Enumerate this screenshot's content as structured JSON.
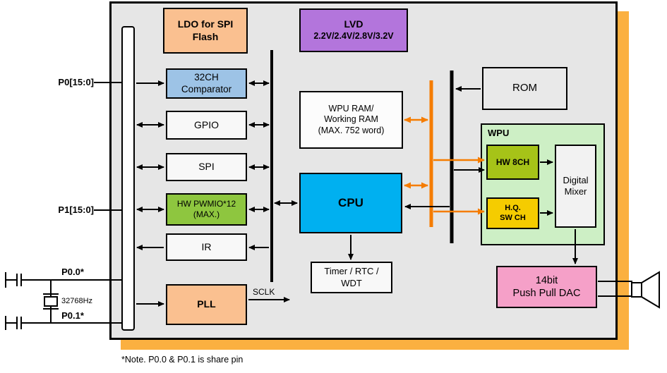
{
  "diagram": {
    "pins": {
      "p0": "P0[15:0]",
      "p1": "P1[15:0]",
      "p0_0": "P0.0*",
      "p0_1": "P0.1*"
    },
    "blocks": {
      "ldo": {
        "line1": "LDO for SPI",
        "line2": "Flash"
      },
      "lvd": {
        "line1": "LVD",
        "line2": "2.2V/2.4V/2.8V/3.2V"
      },
      "comparator": {
        "line1": "32CH",
        "line2": "Comparator"
      },
      "gpio": {
        "label": "GPIO"
      },
      "spi": {
        "label": "SPI"
      },
      "pwmio": {
        "line1": "HW PWMIO*12",
        "line2": "(MAX.)"
      },
      "ir": {
        "label": "IR"
      },
      "pll": {
        "label": "PLL"
      },
      "wpu_ram": {
        "line1": "WPU RAM/",
        "line2": "Working RAM",
        "line3": "(MAX. 752 word)"
      },
      "cpu": {
        "label": "CPU"
      },
      "timer": {
        "line1": "Timer / RTC /",
        "line2": "WDT"
      },
      "rom": {
        "label": "ROM"
      },
      "wpu": {
        "label": "WPU"
      },
      "hw8ch": {
        "label": "HW 8CH"
      },
      "hq_sw_ch": {
        "line1": "H.Q.",
        "line2": "SW CH"
      },
      "digital_mixer": {
        "line1": "Digital",
        "line2": "Mixer"
      },
      "dac": {
        "line1": "14bit",
        "line2": "Push Pull DAC"
      }
    },
    "labels": {
      "sclk": "SCLK",
      "crystal_freq": "32768Hz",
      "note": "*Note. P0.0 & P0.1 is share pin"
    },
    "colors": {
      "shadow": "#FBB040",
      "box_bg": "#E6E6E6",
      "orange_bus": "#F57C00",
      "cpu_cyan": "#00B0F0",
      "peach": "#FAC090",
      "purple": "#B375DC",
      "light_blue": "#9DC3E6",
      "green": "#8EC63F",
      "olive_green": "#A6C318",
      "yellow": "#F5CC00",
      "light_green": "#CDEFC5",
      "pink": "#F5A0C8"
    }
  }
}
